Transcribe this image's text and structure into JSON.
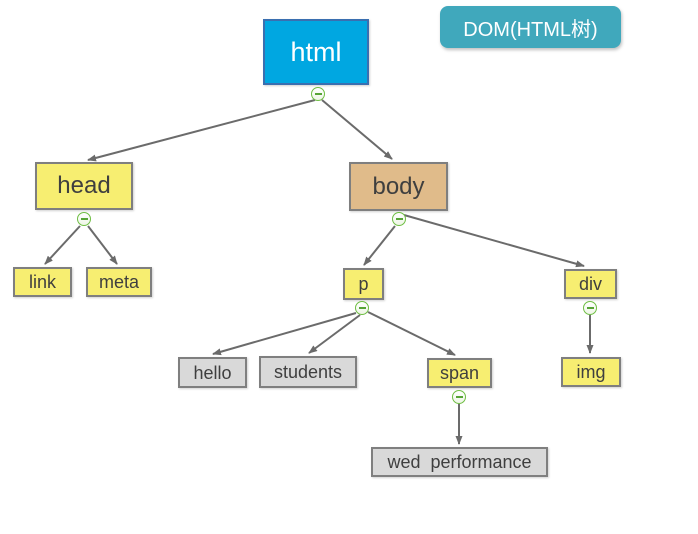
{
  "diagram": {
    "title_badge": {
      "label": "DOM(HTML树)"
    },
    "nodes": [
      {
        "id": "html",
        "label": "html",
        "kind": "root-element",
        "fill": "#00A7E1",
        "has_collapse_toggle": true
      },
      {
        "id": "head",
        "label": "head",
        "kind": "element",
        "fill": "#F7EE71",
        "has_collapse_toggle": true
      },
      {
        "id": "body",
        "label": "body",
        "kind": "element",
        "fill": "#E0BB8A",
        "has_collapse_toggle": true
      },
      {
        "id": "link",
        "label": "link",
        "kind": "element",
        "fill": "#F7EE71",
        "has_collapse_toggle": false
      },
      {
        "id": "meta",
        "label": "meta",
        "kind": "element",
        "fill": "#F7EE71",
        "has_collapse_toggle": false
      },
      {
        "id": "p",
        "label": "p",
        "kind": "element",
        "fill": "#F7EE71",
        "has_collapse_toggle": true
      },
      {
        "id": "div",
        "label": "div",
        "kind": "element",
        "fill": "#F7EE71",
        "has_collapse_toggle": true
      },
      {
        "id": "hello",
        "label": "hello",
        "kind": "text-node",
        "fill": "#D9D9D9",
        "has_collapse_toggle": false
      },
      {
        "id": "students",
        "label": "students",
        "kind": "text-node",
        "fill": "#D9D9D9",
        "has_collapse_toggle": false
      },
      {
        "id": "span",
        "label": "span",
        "kind": "element",
        "fill": "#F7EE71",
        "has_collapse_toggle": true
      },
      {
        "id": "img",
        "label": "img",
        "kind": "element",
        "fill": "#F7EE71",
        "has_collapse_toggle": false
      },
      {
        "id": "wed-performance",
        "label": "wed  performance",
        "kind": "text-node",
        "fill": "#D9D9D9",
        "has_collapse_toggle": false
      }
    ],
    "edges": [
      {
        "from": "html",
        "to": "head"
      },
      {
        "from": "html",
        "to": "body"
      },
      {
        "from": "head",
        "to": "link"
      },
      {
        "from": "head",
        "to": "meta"
      },
      {
        "from": "body",
        "to": "p"
      },
      {
        "from": "body",
        "to": "div"
      },
      {
        "from": "p",
        "to": "hello"
      },
      {
        "from": "p",
        "to": "students"
      },
      {
        "from": "p",
        "to": "span"
      },
      {
        "from": "div",
        "to": "img"
      },
      {
        "from": "span",
        "to": "wed-performance"
      }
    ],
    "colors": {
      "badge_fill": "#40A8BC",
      "root_fill": "#00A7E1",
      "root_border": "#3A6FB0",
      "element_fill": "#F7EE71",
      "body_fill": "#E0BB8A",
      "text_node_fill": "#D9D9D9",
      "node_border": "#7F7F7F",
      "connector": "#6B6B6B",
      "collapse_icon_green": "#6FBE44",
      "label_color": "#3F3F3F"
    }
  }
}
